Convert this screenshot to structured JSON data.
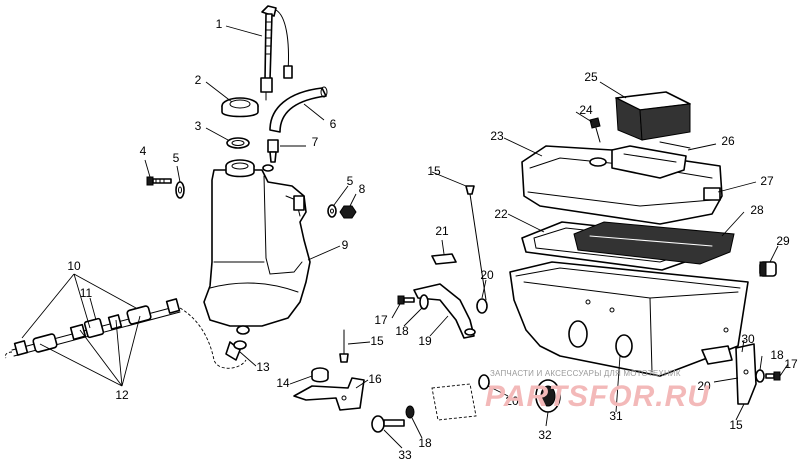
{
  "callouts": [
    "1",
    "2",
    "3",
    "4",
    "5",
    "6",
    "7",
    "5",
    "8",
    "9",
    "10",
    "11",
    "12",
    "13",
    "14",
    "15",
    "16",
    "15",
    "17",
    "18",
    "19",
    "20",
    "21",
    "22",
    "23",
    "24",
    "25",
    "26",
    "27",
    "28",
    "29",
    "30",
    "18",
    "17",
    "20",
    "31",
    "32",
    "33",
    "18",
    "20",
    "15"
  ],
  "watermark": {
    "text": "ЗАПЧАСТИ И АКСЕССУАРЫ ДЛЯ МОТОТЕХНИК",
    "logo": "PARTSFOR.RU",
    "color": "#f3b9b9"
  }
}
